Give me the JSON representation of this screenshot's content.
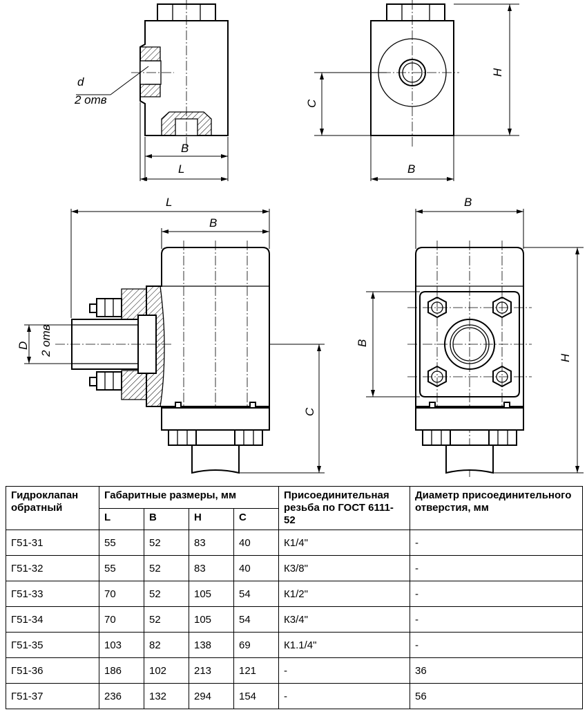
{
  "drawing": {
    "labels": {
      "top_left_d": "d",
      "top_left_holes": "2 отв",
      "top_left_B": "B",
      "top_left_L": "L",
      "top_right_H": "H",
      "top_right_C": "C",
      "top_right_B": "B",
      "bottom_left_L": "L",
      "bottom_left_B": "B",
      "bottom_left_D": "D",
      "bottom_left_holes": "2 отв",
      "bottom_left_C": "C",
      "bottom_right_B_top": "B",
      "bottom_right_B_side": "B",
      "bottom_right_H": "H"
    }
  },
  "table": {
    "headers": {
      "name": "Гидроклапан обратный",
      "dims_group": "Габаритные размеры, мм",
      "thread": "Присоединительная резьба по ГОСТ 6111-52",
      "diameter": "Диаметр присоединительного отверстия, мм",
      "L": "L",
      "B": "B",
      "H": "H",
      "C": "C"
    },
    "rows": [
      {
        "name": "Г51-31",
        "L": "55",
        "B": "52",
        "H": "83",
        "C": "40",
        "thread": "К1/4\"",
        "diameter": "-"
      },
      {
        "name": "Г51-32",
        "L": "55",
        "B": "52",
        "H": "83",
        "C": "40",
        "thread": "К3/8\"",
        "diameter": "-"
      },
      {
        "name": "Г51-33",
        "L": "70",
        "B": "52",
        "H": "105",
        "C": "54",
        "thread": "К1/2\"",
        "diameter": "-"
      },
      {
        "name": "Г51-34",
        "L": "70",
        "B": "52",
        "H": "105",
        "C": "54",
        "thread": "К3/4\"",
        "diameter": "-"
      },
      {
        "name": "Г51-35",
        "L": "103",
        "B": "82",
        "H": "138",
        "C": "69",
        "thread": "К1.1/4\"",
        "diameter": "-"
      },
      {
        "name": "Г51-36",
        "L": "186",
        "B": "102",
        "H": "213",
        "C": "121",
        "thread": "-",
        "diameter": "36"
      },
      {
        "name": "Г51-37",
        "L": "236",
        "B": "132",
        "H": "294",
        "C": "154",
        "thread": "-",
        "diameter": "56"
      }
    ]
  }
}
